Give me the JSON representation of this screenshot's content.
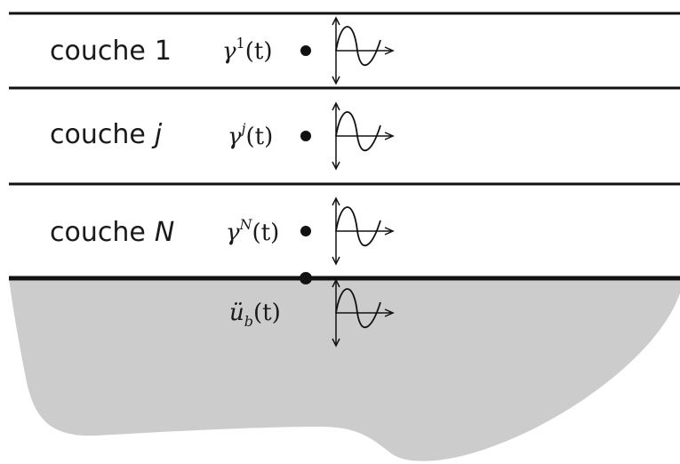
{
  "layers": [
    {
      "label_text": "couche",
      "label_index": "1",
      "index_italic": false,
      "accel_symbol": "γ",
      "accel_sup": "1",
      "accel_arg": "(t)"
    },
    {
      "label_text": "couche",
      "label_index": "j",
      "index_italic": true,
      "accel_symbol": "γ",
      "accel_sup": "j",
      "accel_arg": "(t)"
    },
    {
      "label_text": "couche",
      "label_index": "N",
      "index_italic": true,
      "accel_symbol": "γ",
      "accel_sup": "N",
      "accel_arg": "(t)"
    }
  ],
  "bedrock": {
    "accel_symbol": "ü",
    "accel_sub": "b",
    "accel_arg": "(t)"
  },
  "colors": {
    "line": "#111111",
    "ground_fill": "#cccccc",
    "background": "#ffffff"
  },
  "icons": {
    "signal": "sine-wave-on-axes-icon",
    "point": "filled-dot-icon"
  }
}
